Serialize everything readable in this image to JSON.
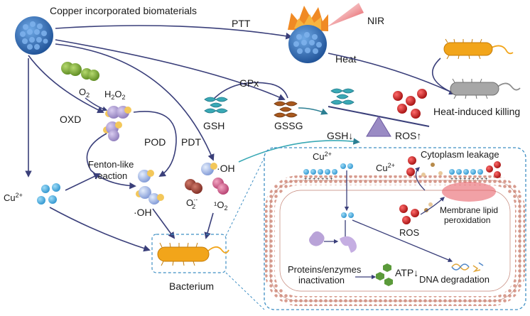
{
  "labels": {
    "title": "Copper incorporated biomaterials",
    "ptt": "PTT",
    "nir": "NIR",
    "heat": "Heat",
    "heat_killing": "Heat-induced killing",
    "o2": "O",
    "o2_sub": "2",
    "h2o2": "H",
    "h2o2_sub1": "2",
    "h2o2_o": "O",
    "h2o2_sub2": "2",
    "oxd": "OXD",
    "pod": "POD",
    "pdt": "PDT",
    "gpx": "GPx",
    "gsh": "GSH",
    "gssg": "GSSG",
    "gsh_down": "GSH↓",
    "ros_up": "ROS↑",
    "fenton1": "Fenton-like",
    "fenton2": "reaction",
    "oh_bottom": "·OH",
    "oh_right": "·OH",
    "superoxide": "O",
    "superoxide_sub": "2",
    "superoxide_sup": "·-",
    "singlet": "¹O",
    "singlet_sub": "2",
    "cu_left": "Cu",
    "cu_left_sup": "2+",
    "bacterium": "Bacterium",
    "cu_inset": "Cu",
    "cu_inset_sup": "2+",
    "cu_inset2": "Cu",
    "cu_inset2_sup": "2+",
    "cytoplasm": "Cytoplasm leakage",
    "ros_inset": "ROS",
    "membrane1": "Membrane lipid",
    "membrane2": "peroxidation",
    "proteins1": "Proteins/enzymes",
    "proteins2": "inactivation",
    "atp": "ATP↓",
    "dna": "DNA degradation"
  },
  "colors": {
    "copper_blue": "#2f6db8",
    "cu_ion": "#56b7e6",
    "ros_red": "#c81d1d",
    "arrow": "#3a3f7a",
    "bacteria_orange": "#f2a51a",
    "membrane_pink": "#e9b8ad",
    "triangle": "#9a8bc4",
    "gsh_teal": "#3aa9b5",
    "gssg_brown": "#a8581d"
  }
}
